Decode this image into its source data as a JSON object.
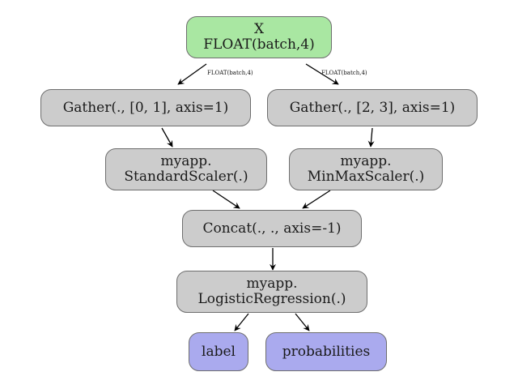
{
  "nodes": {
    "x": {
      "line1": "X",
      "line2": "FLOAT(batch,4)",
      "color": "#a9e7a2"
    },
    "gather1": {
      "label": "Gather(., [0, 1], axis=1)",
      "color": "#cccccc"
    },
    "gather2": {
      "label": "Gather(., [2, 3], axis=1)",
      "color": "#cccccc"
    },
    "scaler1": {
      "line1": "myapp.",
      "line2": "StandardScaler(.)",
      "color": "#cccccc"
    },
    "scaler2": {
      "line1": "myapp.",
      "line2": "MinMaxScaler(.)",
      "color": "#cccccc"
    },
    "concat": {
      "label": "Concat(., ., axis=-1)",
      "color": "#cccccc"
    },
    "logreg": {
      "line1": "myapp.",
      "line2": "LogisticRegression(.)",
      "color": "#cccccc"
    },
    "label": {
      "label": "label",
      "color": "#aaaaee"
    },
    "probabilities": {
      "label": "probabilities",
      "color": "#aaaaee"
    }
  },
  "edges": [
    {
      "from": "x",
      "to": "gather1",
      "label": "FLOAT(batch,4)"
    },
    {
      "from": "x",
      "to": "gather2",
      "label": "FLOAT(batch,4)"
    },
    {
      "from": "gather1",
      "to": "scaler1",
      "label": ""
    },
    {
      "from": "gather2",
      "to": "scaler2",
      "label": ""
    },
    {
      "from": "scaler1",
      "to": "concat",
      "label": ""
    },
    {
      "from": "scaler2",
      "to": "concat",
      "label": ""
    },
    {
      "from": "concat",
      "to": "logreg",
      "label": ""
    },
    {
      "from": "logreg",
      "to": "label",
      "label": ""
    },
    {
      "from": "logreg",
      "to": "probabilities",
      "label": ""
    }
  ]
}
